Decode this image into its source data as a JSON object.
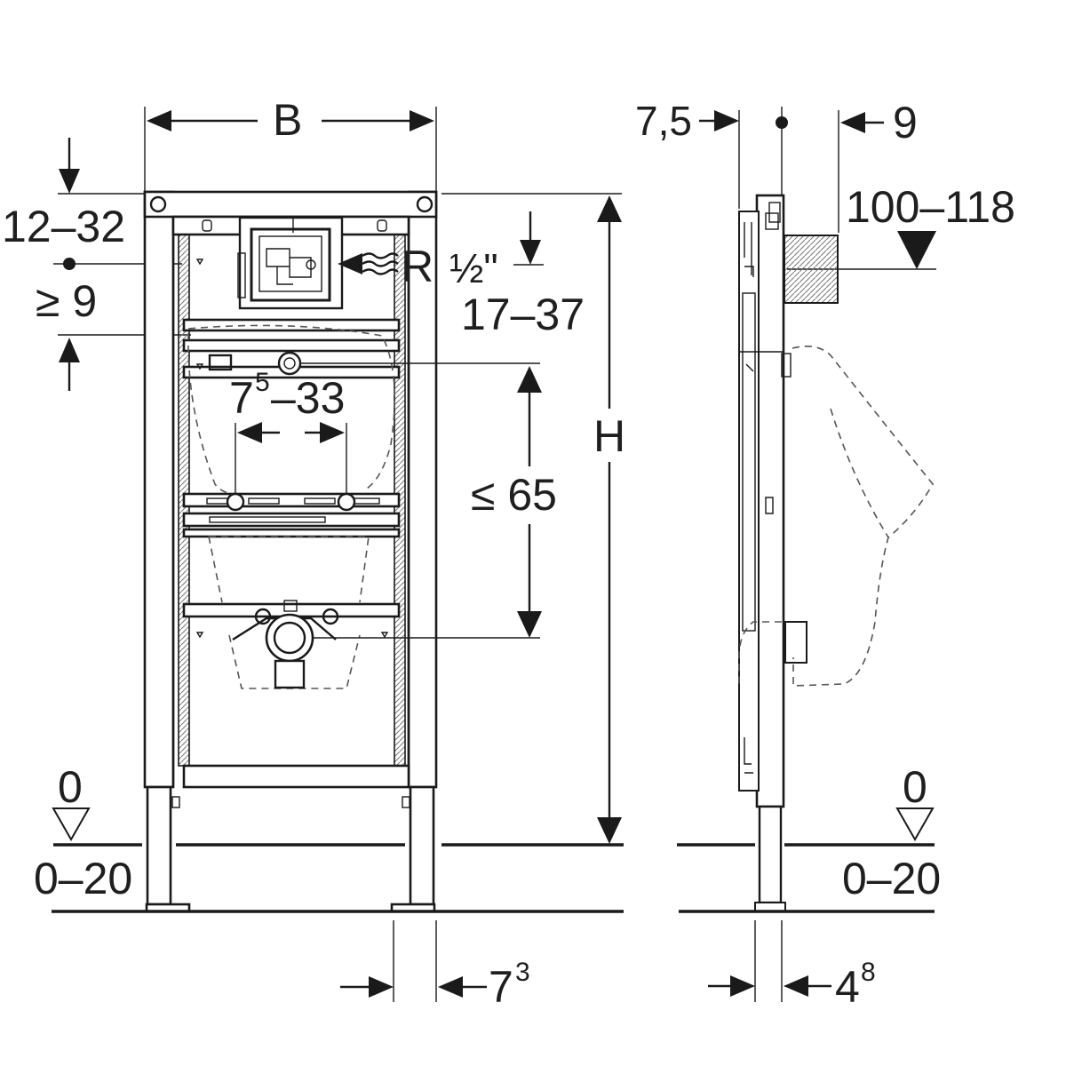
{
  "labels": {
    "width_symbol": "B",
    "height_symbol": "H",
    "top_offset": "12–32",
    "flush_min": "≥ 9",
    "supply_thread_r": "R",
    "supply_thread_size": "½\"",
    "supply_offset": "17–37",
    "bracket_spacing_base": "7",
    "bracket_spacing_sup": "5",
    "bracket_spacing_rest": "–33",
    "drain_max": "≤ 65",
    "floor_zero_left": "0",
    "floor_range_left": "0–20",
    "foot_width_base": "7",
    "foot_width_sup": "3",
    "side_depth": "7,5",
    "side_offset": "9",
    "side_range": "100–118",
    "floor_zero_right": "0",
    "floor_range_right": "0–20",
    "side_foot_base": "4",
    "side_foot_sup": "8"
  },
  "views": [
    "front-view",
    "side-view"
  ]
}
